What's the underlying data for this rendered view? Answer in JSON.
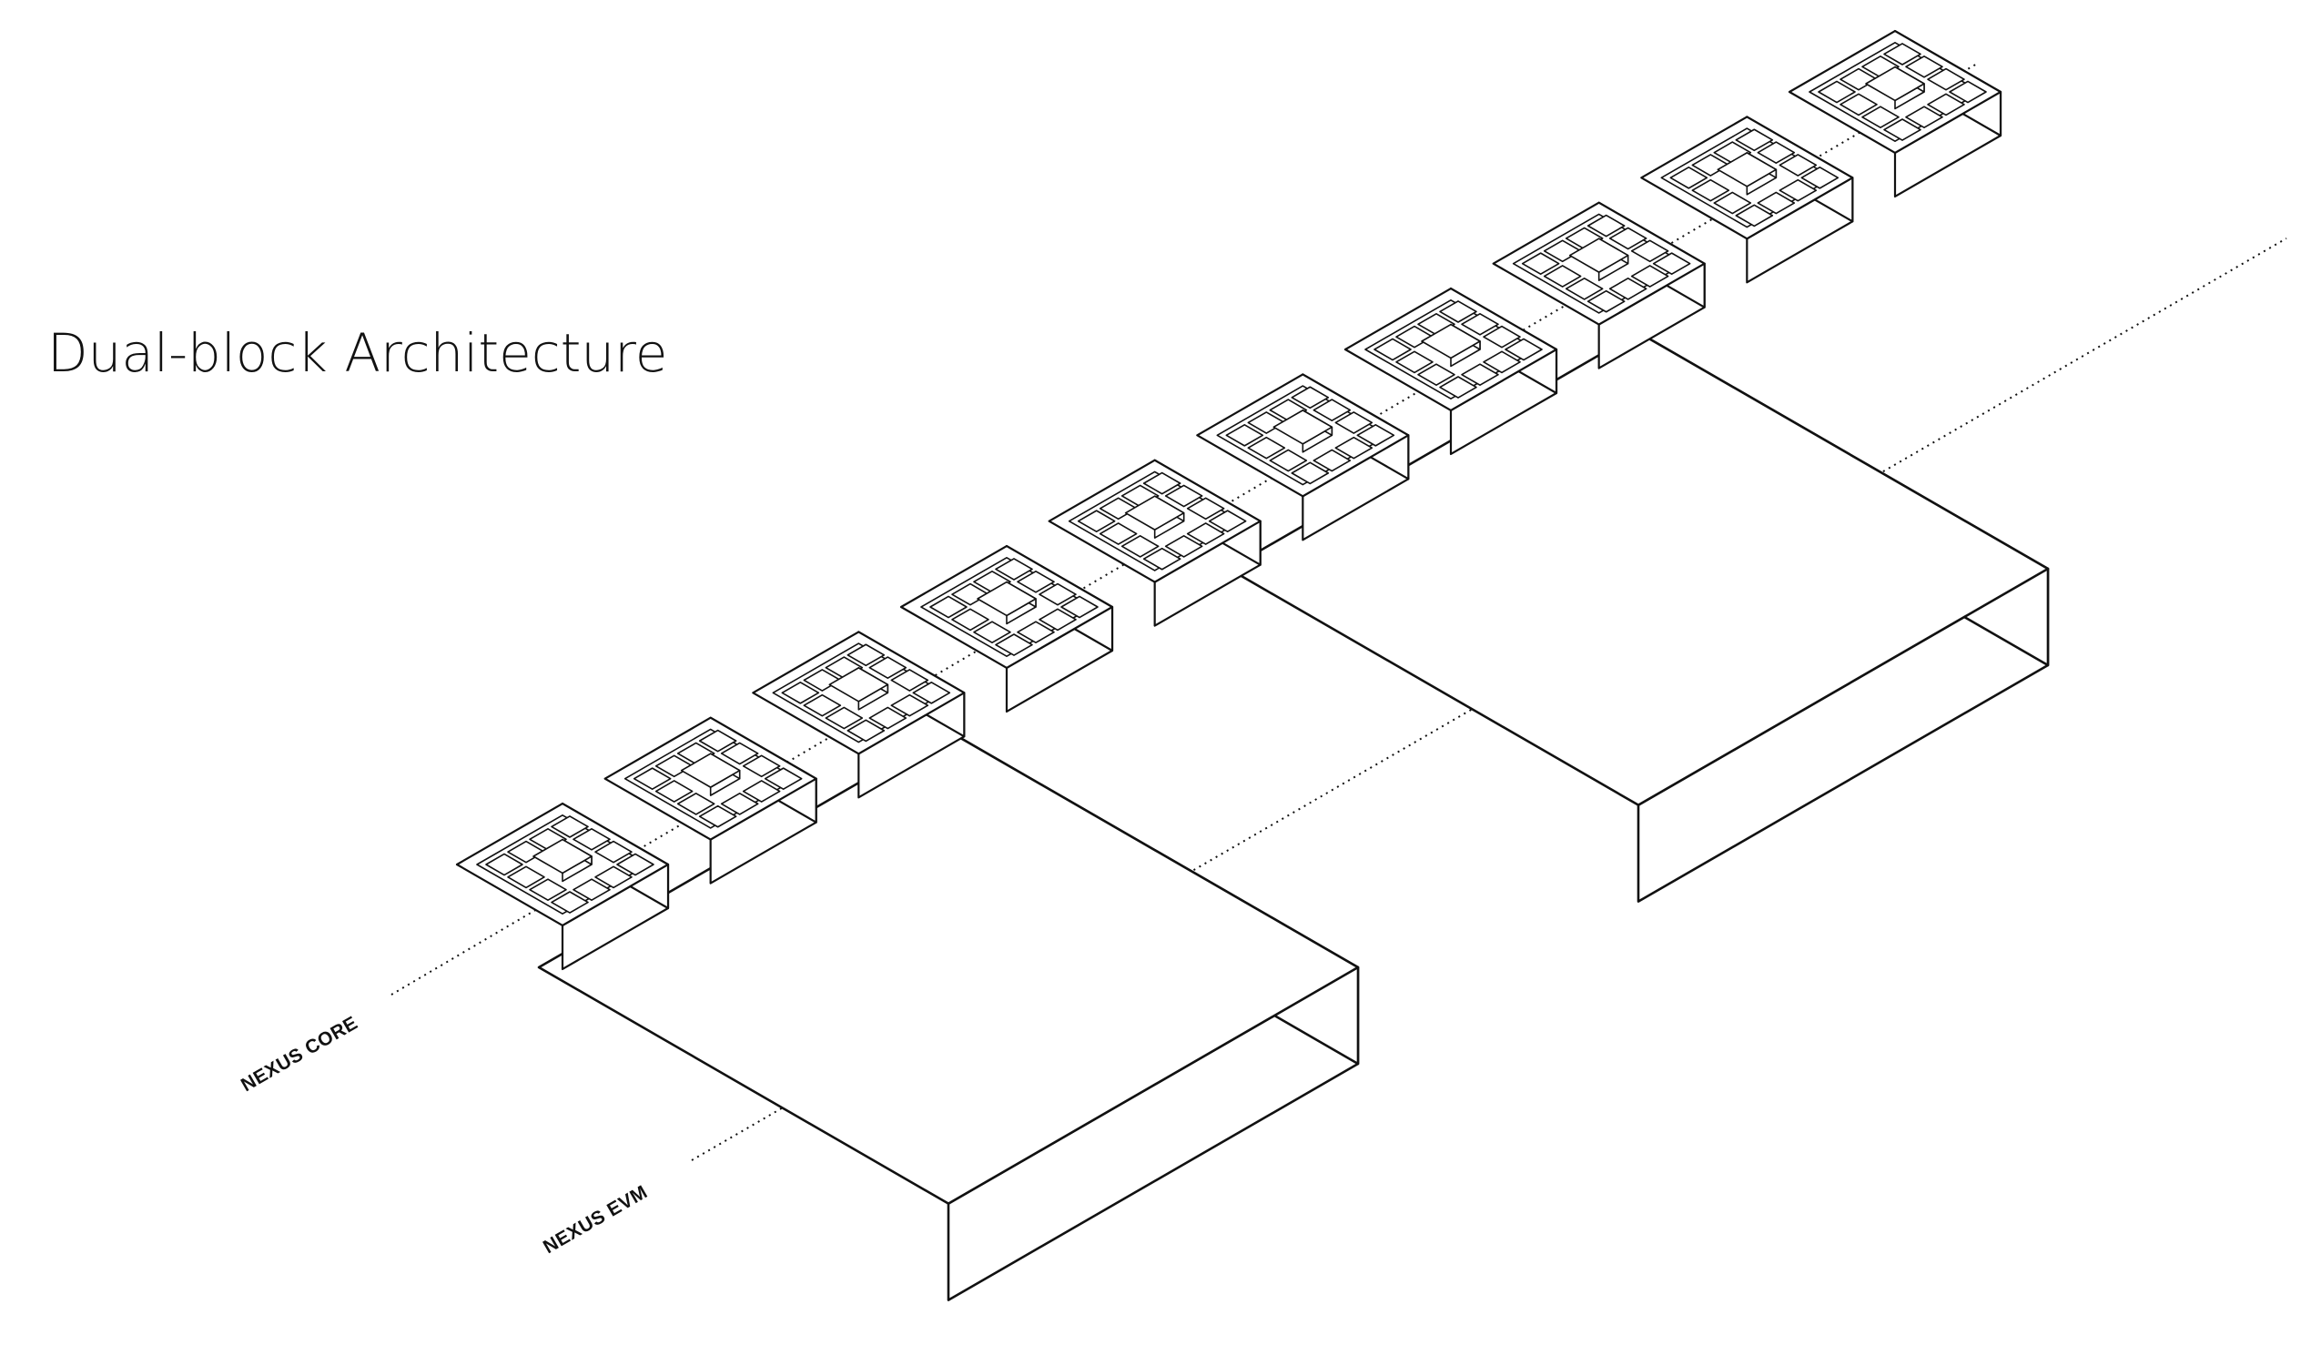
{
  "title": "Dual-block Architecture",
  "lanes": {
    "core": {
      "label": "NEXUS CORE",
      "block_count": 10
    },
    "evm": {
      "label": "NEXUS EVM",
      "block_count": 2
    }
  },
  "colors": {
    "stroke": "#111111",
    "background": "#ffffff"
  }
}
